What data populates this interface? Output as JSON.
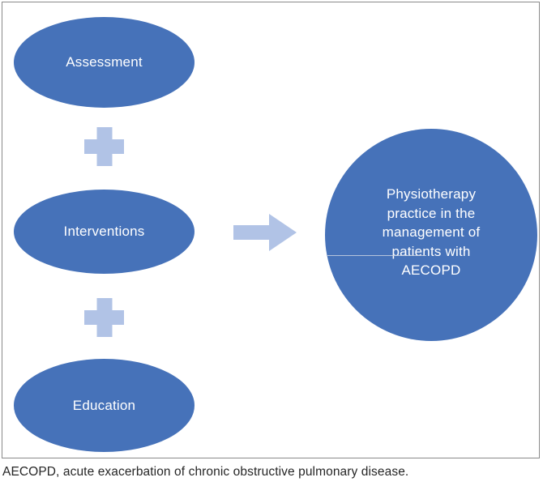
{
  "figure": {
    "nodes": [
      {
        "id": "assessment",
        "label": "Assessment"
      },
      {
        "id": "interventions",
        "label": "Interventions"
      },
      {
        "id": "education",
        "label": "Education"
      }
    ],
    "operators": [
      {
        "icon": "plus-icon"
      },
      {
        "icon": "plus-icon"
      }
    ],
    "connector": {
      "icon": "right-arrow-icon"
    },
    "result_node": {
      "label": "Physiotherapy practice in the management of patients with AECOPD",
      "lines": [
        "Physiotherapy",
        "practice in the",
        "management of",
        "patients with",
        "AECOPD"
      ]
    },
    "caption": "AECOPD, acute exacerbation of chronic obstructive pulmonary disease."
  },
  "colors": {
    "node_fill": "#4672b9",
    "node_text": "#ffffff",
    "connector_fill": "#b1c3e6",
    "frame_border": "#8a8a8a",
    "caption_text": "#262626",
    "background": "#ffffff"
  }
}
